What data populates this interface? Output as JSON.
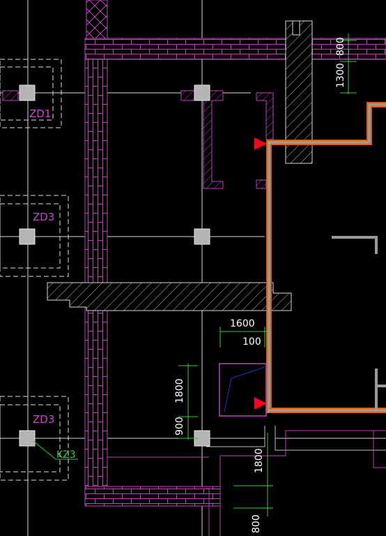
{
  "colors": {
    "background": "#000000",
    "brick_wall": "#c040c0",
    "grid_line": "#d8d8d8",
    "column": "#b4b4b4",
    "dimension": "#33cc33",
    "footing_label": "#cc44cc",
    "tag_label": "#33cc33",
    "outline_orange": "#e05a00",
    "outline_gray": "#9a9a9a",
    "marker_red": "#ff0022",
    "annotation_text": "#ffffff"
  },
  "footings": [
    {
      "label": "ZD1"
    },
    {
      "label": "ZD3"
    },
    {
      "label": "ZD3"
    }
  ],
  "column_tag": "KZ3",
  "dimensions": {
    "top_right_upper": "800",
    "top_right_lower": "1300",
    "beam_width": "1600",
    "beam_offset": "100",
    "left_upper": "1800",
    "left_lower": "900",
    "bottom_upper": "1800",
    "bottom_lower": "800"
  },
  "markers": [
    {
      "icon": "red-triangle-marker"
    },
    {
      "icon": "red-triangle-marker"
    }
  ]
}
